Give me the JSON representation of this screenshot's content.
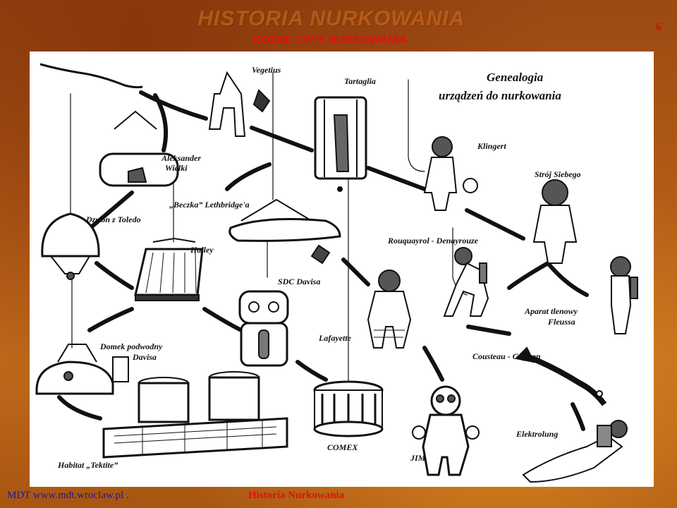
{
  "header": {
    "title": "HISTORIA NURKOWANIA",
    "subtitle": "RÓŻNE TYPY NURKOWANIA",
    "page_number": "6"
  },
  "diagram": {
    "heading_line1": "Genealogia",
    "heading_line2": "urządzeń do nurkowania",
    "labels": {
      "vegetius": "Vegetius",
      "tartaglia": "Tartaglia",
      "klingert": "Klingert",
      "aleksander_1": "Aleksander",
      "aleksander_2": "Wielki",
      "stroj_siebego": "Strój Siebego",
      "beczka": "„Beczka” Lethbridge'a",
      "dzwon": "Dzwon z Toledo",
      "halley": "Halley",
      "rouquayrol": "Rouquayrol - Denayrouze",
      "sdc_davisa": "SDC Davisa",
      "aparat_1": "Aparat tlenowy",
      "aparat_2": "Fleussa",
      "lafayette": "Lafayette",
      "domek_1": "Domek podwodny",
      "domek_2": "Davisa",
      "cousteau": "Cousteau - Gagnan",
      "elektrolung": "Elektrolung",
      "comex": "COMEX",
      "jim": "JIM",
      "habitat": "Habitat „Tektite”"
    }
  },
  "footer": {
    "left": "MDT  www.mdt.wroclaw.pl .",
    "center": "Historia Nurkowania"
  }
}
